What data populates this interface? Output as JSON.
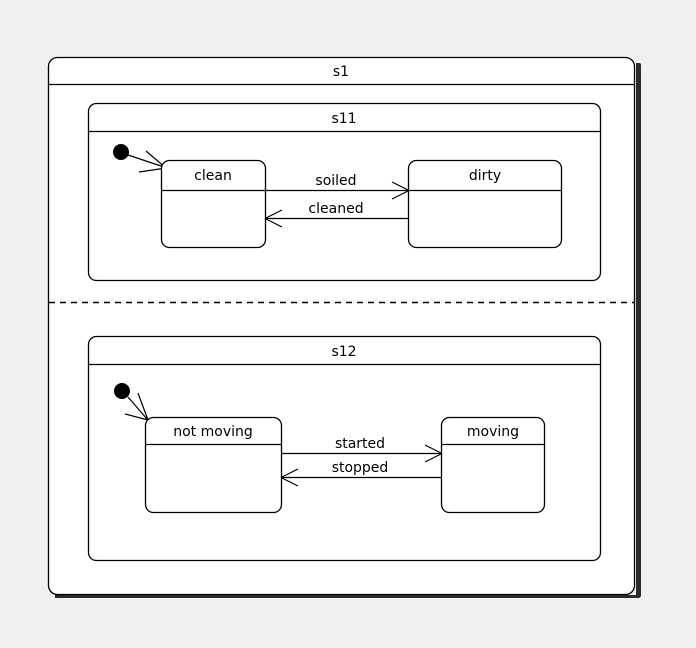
{
  "diagram": {
    "type": "uml-state-machine",
    "background_color": "#f0f0f0",
    "line_color": "#000000",
    "fill_color": "#ffffff",
    "outer_state": {
      "name": "s1",
      "label": "s1"
    },
    "regions": [
      {
        "id": "region-top",
        "composite_state": {
          "name": "s11",
          "label": "s11"
        },
        "initial_node": {
          "label": "initial-state"
        },
        "states": [
          {
            "id": "clean",
            "label": "clean"
          },
          {
            "id": "dirty",
            "label": "dirty"
          }
        ],
        "transitions": [
          {
            "id": "soiled",
            "label": "soiled",
            "from": "clean",
            "to": "dirty"
          },
          {
            "id": "cleaned",
            "label": "cleaned",
            "from": "dirty",
            "to": "clean"
          }
        ]
      },
      {
        "id": "region-bottom",
        "composite_state": {
          "name": "s12",
          "label": "s12"
        },
        "initial_node": {
          "label": "initial-state"
        },
        "states": [
          {
            "id": "not-moving",
            "label": "not moving"
          },
          {
            "id": "moving",
            "label": "moving"
          }
        ],
        "transitions": [
          {
            "id": "started",
            "label": "started",
            "from": "not-moving",
            "to": "moving"
          },
          {
            "id": "stopped",
            "label": "stopped",
            "from": "moving",
            "to": "not-moving"
          }
        ]
      }
    ]
  }
}
